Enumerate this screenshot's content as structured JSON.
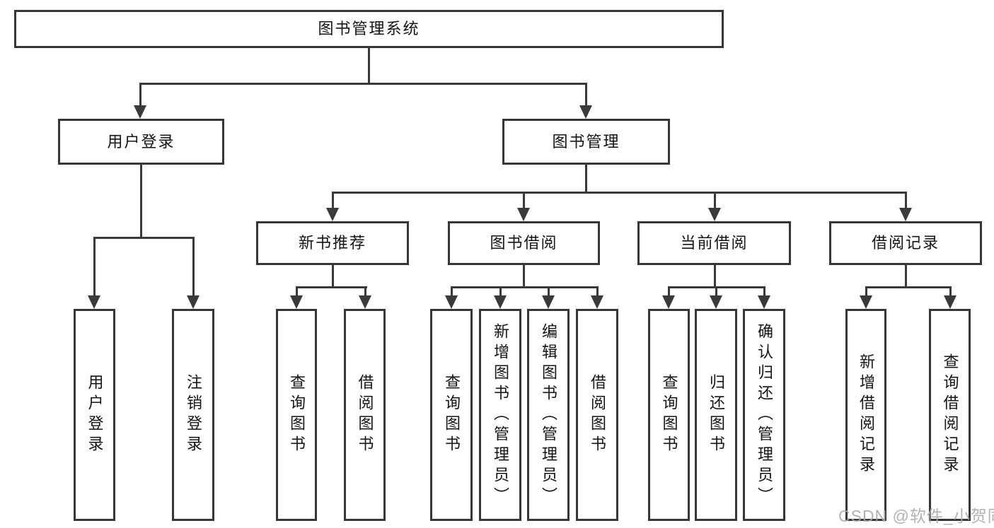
{
  "tree": {
    "root": {
      "label": "图书管理系统"
    },
    "branches": [
      {
        "label": "用户登录",
        "children": [
          {
            "label": "用户登录"
          },
          {
            "label": "注销登录"
          }
        ]
      },
      {
        "label": "图书管理",
        "children": [
          {
            "label": "新书推荐",
            "children": [
              {
                "label": "查询图书"
              },
              {
                "label": "借阅图书"
              }
            ]
          },
          {
            "label": "图书借阅",
            "children": [
              {
                "label": "查询图书"
              },
              {
                "label": "新增图书（管理员）"
              },
              {
                "label": "编辑图书（管理员）"
              },
              {
                "label": "借阅图书"
              }
            ]
          },
          {
            "label": "当前借阅",
            "children": [
              {
                "label": "查询图书"
              },
              {
                "label": "归还图书"
              },
              {
                "label": "确认归还（管理员）"
              }
            ]
          },
          {
            "label": "借阅记录",
            "children": [
              {
                "label": "新增借阅记录"
              },
              {
                "label": "查询借阅记录"
              }
            ]
          }
        ]
      }
    ]
  },
  "watermark": {
    "text": "CSDN @软件_小贺同学"
  },
  "colors": {
    "line": "#3a3a3a",
    "text": "#141414",
    "watermark": "#aaaaaa",
    "background": "#ffffff"
  }
}
